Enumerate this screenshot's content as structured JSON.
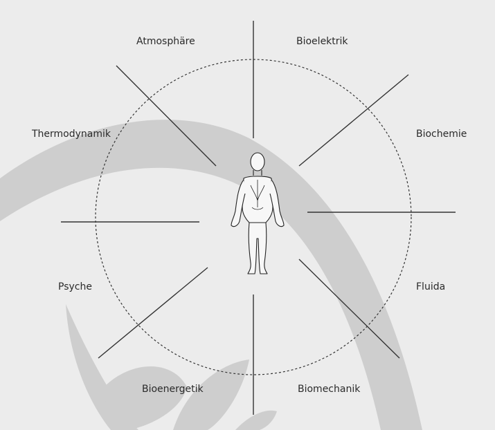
{
  "labels": {
    "atmosphaere": "Atmosphäre",
    "bioelektrik": "Bioelektrik",
    "thermodynamik": "Thermodynamik",
    "biochemie": "Biochemie",
    "psyche": "Psyche",
    "fluida": "Fluida",
    "bioenergetik": "Bioenergetik",
    "biomechanik": "Biomechanik"
  },
  "colors": {
    "background": "#ececec",
    "watermark": "#c9c9c9",
    "line": "#333333",
    "text": "#2a2a2a"
  },
  "icons": {
    "center_figure": "human-body-outline-icon",
    "watermark": "leaf-arc-watermark"
  }
}
